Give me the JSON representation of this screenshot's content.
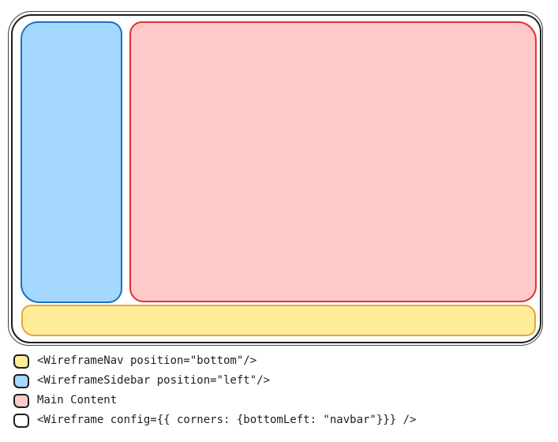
{
  "wireframe": {
    "frame": {
      "fill": "#ffffff",
      "stroke": "#1e1e1e"
    },
    "sidebar": {
      "fill": "#a5d8ff",
      "stroke": "#1971c2"
    },
    "main_content": {
      "fill": "#ffc9c9",
      "stroke": "#e03131"
    },
    "navbar": {
      "fill": "#ffec99",
      "stroke": "#e8a33d"
    }
  },
  "legend": {
    "text_color": "#1e1e1e",
    "items": [
      {
        "swatch_fill": "#ffec99",
        "swatch_stroke": "#1e1e1e",
        "label": "<WireframeNav position=\"bottom\"/>"
      },
      {
        "swatch_fill": "#a5d8ff",
        "swatch_stroke": "#1e1e1e",
        "label": "<WireframeSidebar position=\"left\"/>"
      },
      {
        "swatch_fill": "#ffc9c9",
        "swatch_stroke": "#1e1e1e",
        "label": "Main Content"
      },
      {
        "swatch_fill": "#ffffff",
        "swatch_stroke": "#1e1e1e",
        "label": "<Wireframe config={{ corners: {bottomLeft: \"navbar\"}}} />"
      }
    ]
  }
}
